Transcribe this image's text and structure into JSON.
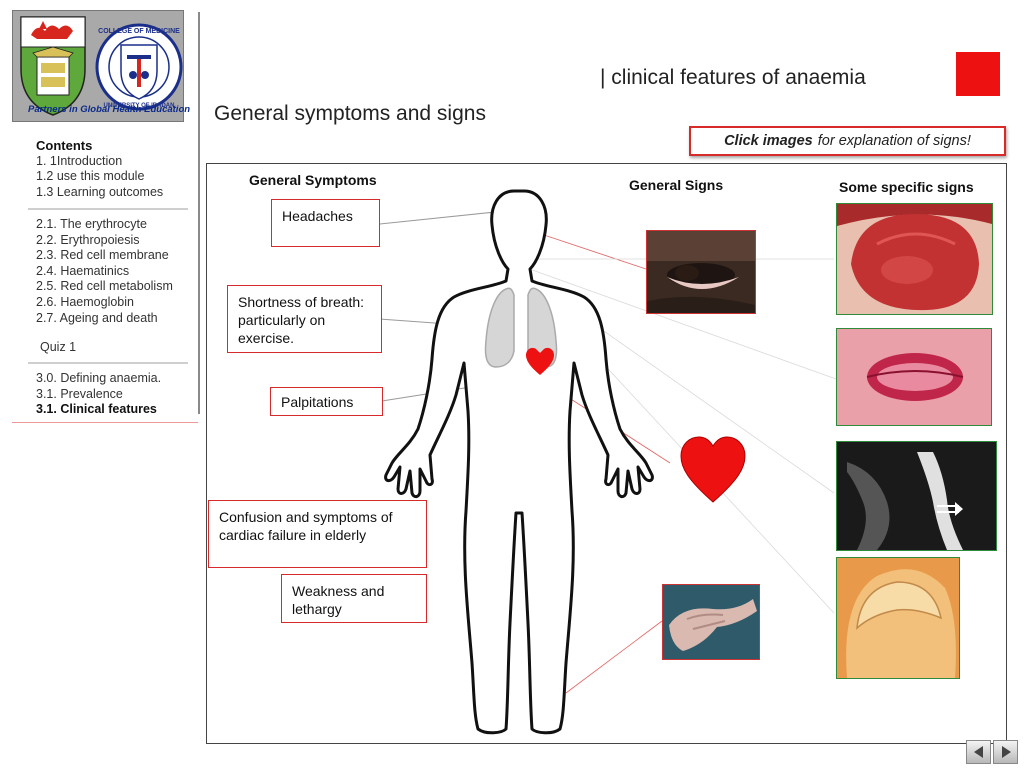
{
  "header": {
    "title": "| clinical features of anaemia",
    "subtitle": "General symptoms and signs",
    "logo_tagline": "Partners in Global Health Education",
    "accent_color": "#ee1111"
  },
  "notice": {
    "bold": "Click images",
    "rest": "for explanation of  signs!"
  },
  "sidebar": {
    "group1": {
      "title": "Contents",
      "items": [
        "1. 1Introduction",
        "1.2 use this module",
        "1.3 Learning outcomes"
      ]
    },
    "group2": {
      "items": [
        "2.1. The erythrocyte",
        "2.2. Erythropoiesis",
        "2.3. Red cell membrane",
        "2.4. Haematinics",
        "2.5. Red cell metabolism",
        "2.6. Haemoglobin",
        "2.7. Ageing and death"
      ]
    },
    "quiz": "Quiz 1",
    "group3": {
      "items": [
        "3.0. Defining anaemia.",
        "3.1. Prevalence",
        "3.1. Clinical features"
      ]
    }
  },
  "main": {
    "general_symptoms_header": "General Symptoms",
    "general_signs_header": "General Signs",
    "specific_signs_header": "Some specific signs",
    "symptoms": [
      "Headaches",
      "Shortness of breath: particularly on exercise.",
      "Palpitations",
      "Confusion and symptoms of cardiac failure in elderly",
      "Weakness and lethargy"
    ]
  },
  "icons": {
    "heart": "heart-icon",
    "lungs": "lungs-icon",
    "prev": "arrow-left-icon",
    "next": "arrow-right-icon"
  }
}
